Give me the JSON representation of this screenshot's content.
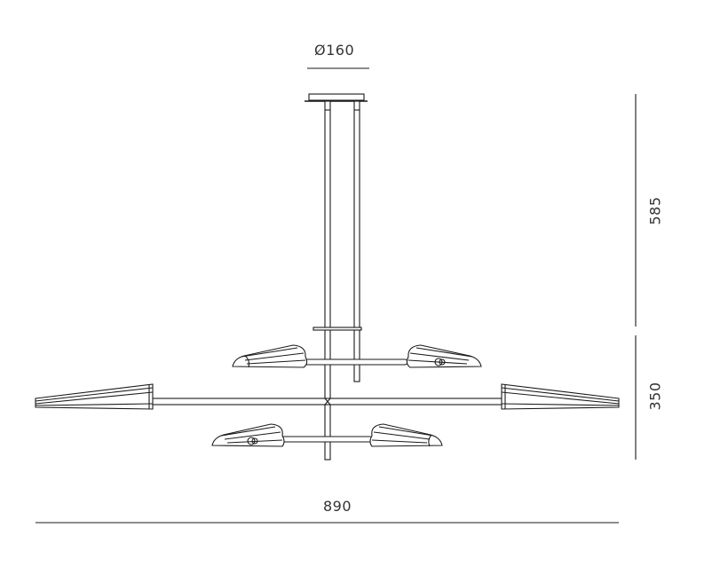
{
  "dimensions": {
    "canopy_diameter": "Ø160",
    "height_upper": "585",
    "height_lower": "350",
    "total_width": "890"
  },
  "colors": {
    "line": "#1a1a1a",
    "text": "#333333"
  }
}
